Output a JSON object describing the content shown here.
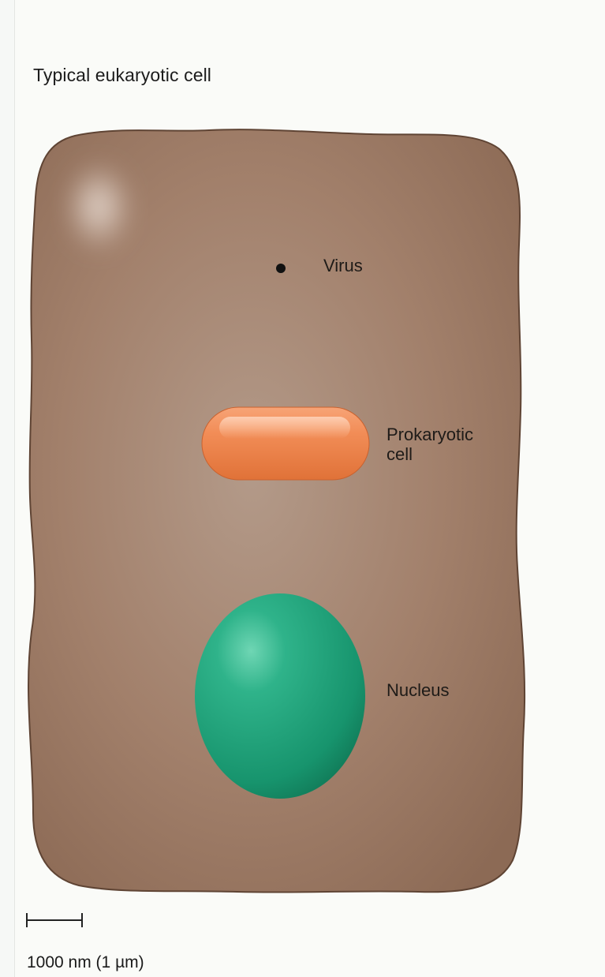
{
  "title": "Typical eukaryotic cell",
  "labels": {
    "virus": "Virus",
    "prokaryotic_line1": "Prokaryotic",
    "prokaryotic_line2": "cell",
    "nucleus": "Nucleus"
  },
  "scale_bar": {
    "label": "1000 nm (1 µm)"
  },
  "colors": {
    "eukaryotic_cell": "#9c7a64",
    "prokaryotic_cell": "#f08a52",
    "nucleus": "#1e9e78",
    "virus": "#111111"
  }
}
